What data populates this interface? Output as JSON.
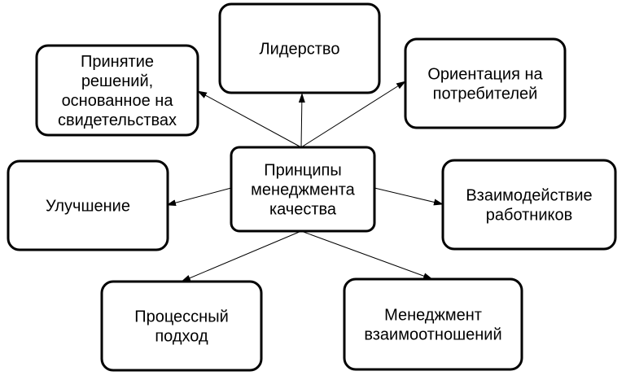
{
  "diagram": {
    "center": {
      "lines": [
        "Принципы",
        "менеджмента",
        "качества"
      ]
    },
    "nodes": [
      {
        "id": "decisions",
        "lines": [
          "Принятие",
          "решений,",
          "основанное на",
          "свидетельствах"
        ]
      },
      {
        "id": "leadership",
        "lines": [
          "Лидерство"
        ]
      },
      {
        "id": "customer",
        "lines": [
          "Ориентация на",
          "потребителей"
        ]
      },
      {
        "id": "improvement",
        "lines": [
          "Улучшение"
        ]
      },
      {
        "id": "engagement",
        "lines": [
          "Взаимодействие",
          "работников"
        ]
      },
      {
        "id": "process",
        "lines": [
          "Процессный",
          "подход"
        ]
      },
      {
        "id": "relationships",
        "lines": [
          "Менеджмент",
          "взаимоотношений"
        ]
      }
    ],
    "edges": [
      {
        "from": "center",
        "to": "decisions"
      },
      {
        "from": "center",
        "to": "leadership"
      },
      {
        "from": "center",
        "to": "customer"
      },
      {
        "from": "center",
        "to": "improvement"
      },
      {
        "from": "center",
        "to": "engagement"
      },
      {
        "from": "center",
        "to": "process"
      },
      {
        "from": "center",
        "to": "relationships"
      }
    ]
  }
}
